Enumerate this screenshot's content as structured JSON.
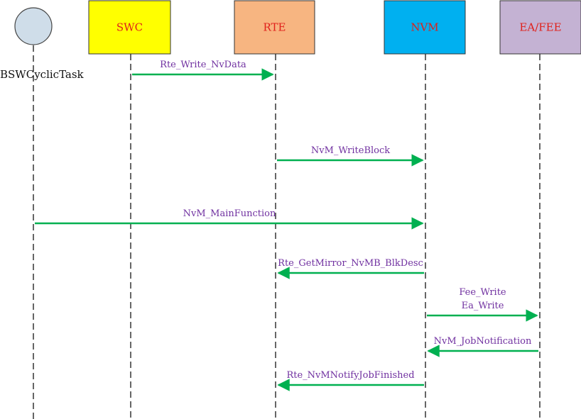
{
  "actor": {
    "name": "BSWCyclicTask",
    "fill": "#cfdde9"
  },
  "participants": [
    {
      "id": "swc",
      "label": "SWC",
      "fill": "#ffff00"
    },
    {
      "id": "rte",
      "label": "RTE",
      "fill": "#f7b581"
    },
    {
      "id": "nvm",
      "label": "NVM",
      "fill": "#00b0f0"
    },
    {
      "id": "eafee",
      "label": "EA/FEE",
      "fill": "#c4b2d3"
    }
  ],
  "messages": [
    {
      "from": "swc",
      "to": "rte",
      "lines": [
        "Rte_Write_NvData"
      ]
    },
    {
      "from": "rte",
      "to": "nvm",
      "lines": [
        "NvM_WriteBlock"
      ]
    },
    {
      "from": "actor",
      "to": "nvm",
      "lines": [
        "NvM_MainFunction"
      ]
    },
    {
      "from": "nvm",
      "to": "rte",
      "lines": [
        "Rte_GetMirror_NvMB_BlkDesc"
      ]
    },
    {
      "from": "nvm",
      "to": "eafee",
      "lines": [
        "Fee_Write",
        "Ea_Write"
      ]
    },
    {
      "from": "eafee",
      "to": "nvm",
      "lines": [
        "NvM_JobNotification"
      ]
    },
    {
      "from": "nvm",
      "to": "rte",
      "lines": [
        "Rte_NvMNotifyJobFinished"
      ]
    }
  ],
  "colors": {
    "arrow": "#00b050",
    "label_text": "#7030a0",
    "box_text": "#e0201a",
    "lifeline": "#000000"
  }
}
